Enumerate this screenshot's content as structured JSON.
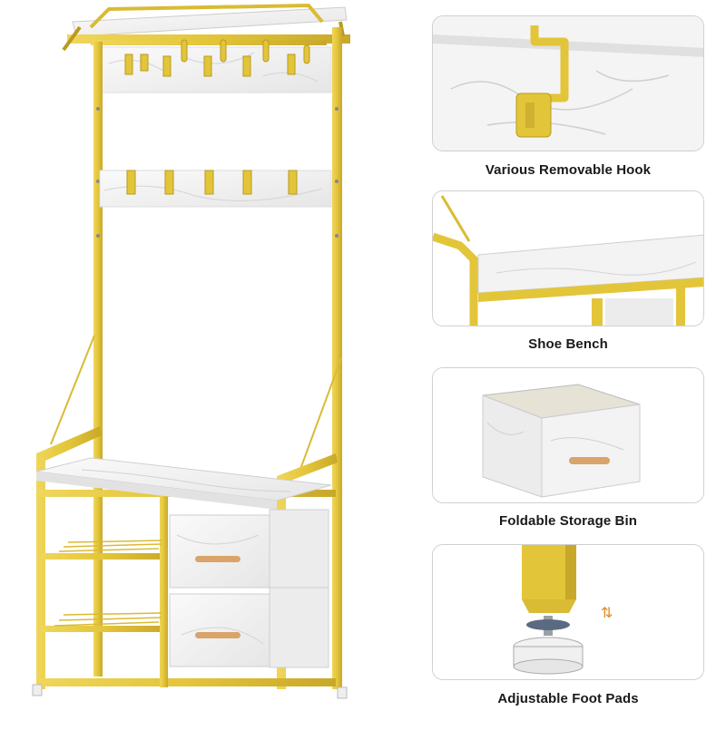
{
  "colors": {
    "frame_gold": "#E3C53A",
    "frame_gold_dark": "#B99A1E",
    "marble": "#F1F1F1",
    "marble_vein": "#C9C9C9",
    "wood_handle": "#D9A46A",
    "caption_text": "#1A1A1A",
    "card_border": "#D0D0D0"
  },
  "product": {
    "name_icon": "hall-tree-coat-rack-with-shoe-bench-and-two-drawers"
  },
  "features": [
    {
      "caption": "Various Removable Hook",
      "icon": "hook-closeup"
    },
    {
      "caption": "Shoe Bench",
      "icon": "bench-closeup"
    },
    {
      "caption": "Foldable Storage Bin",
      "icon": "storage-bin-closeup"
    },
    {
      "caption": "Adjustable Foot Pads",
      "icon": "foot-pad-closeup"
    }
  ]
}
